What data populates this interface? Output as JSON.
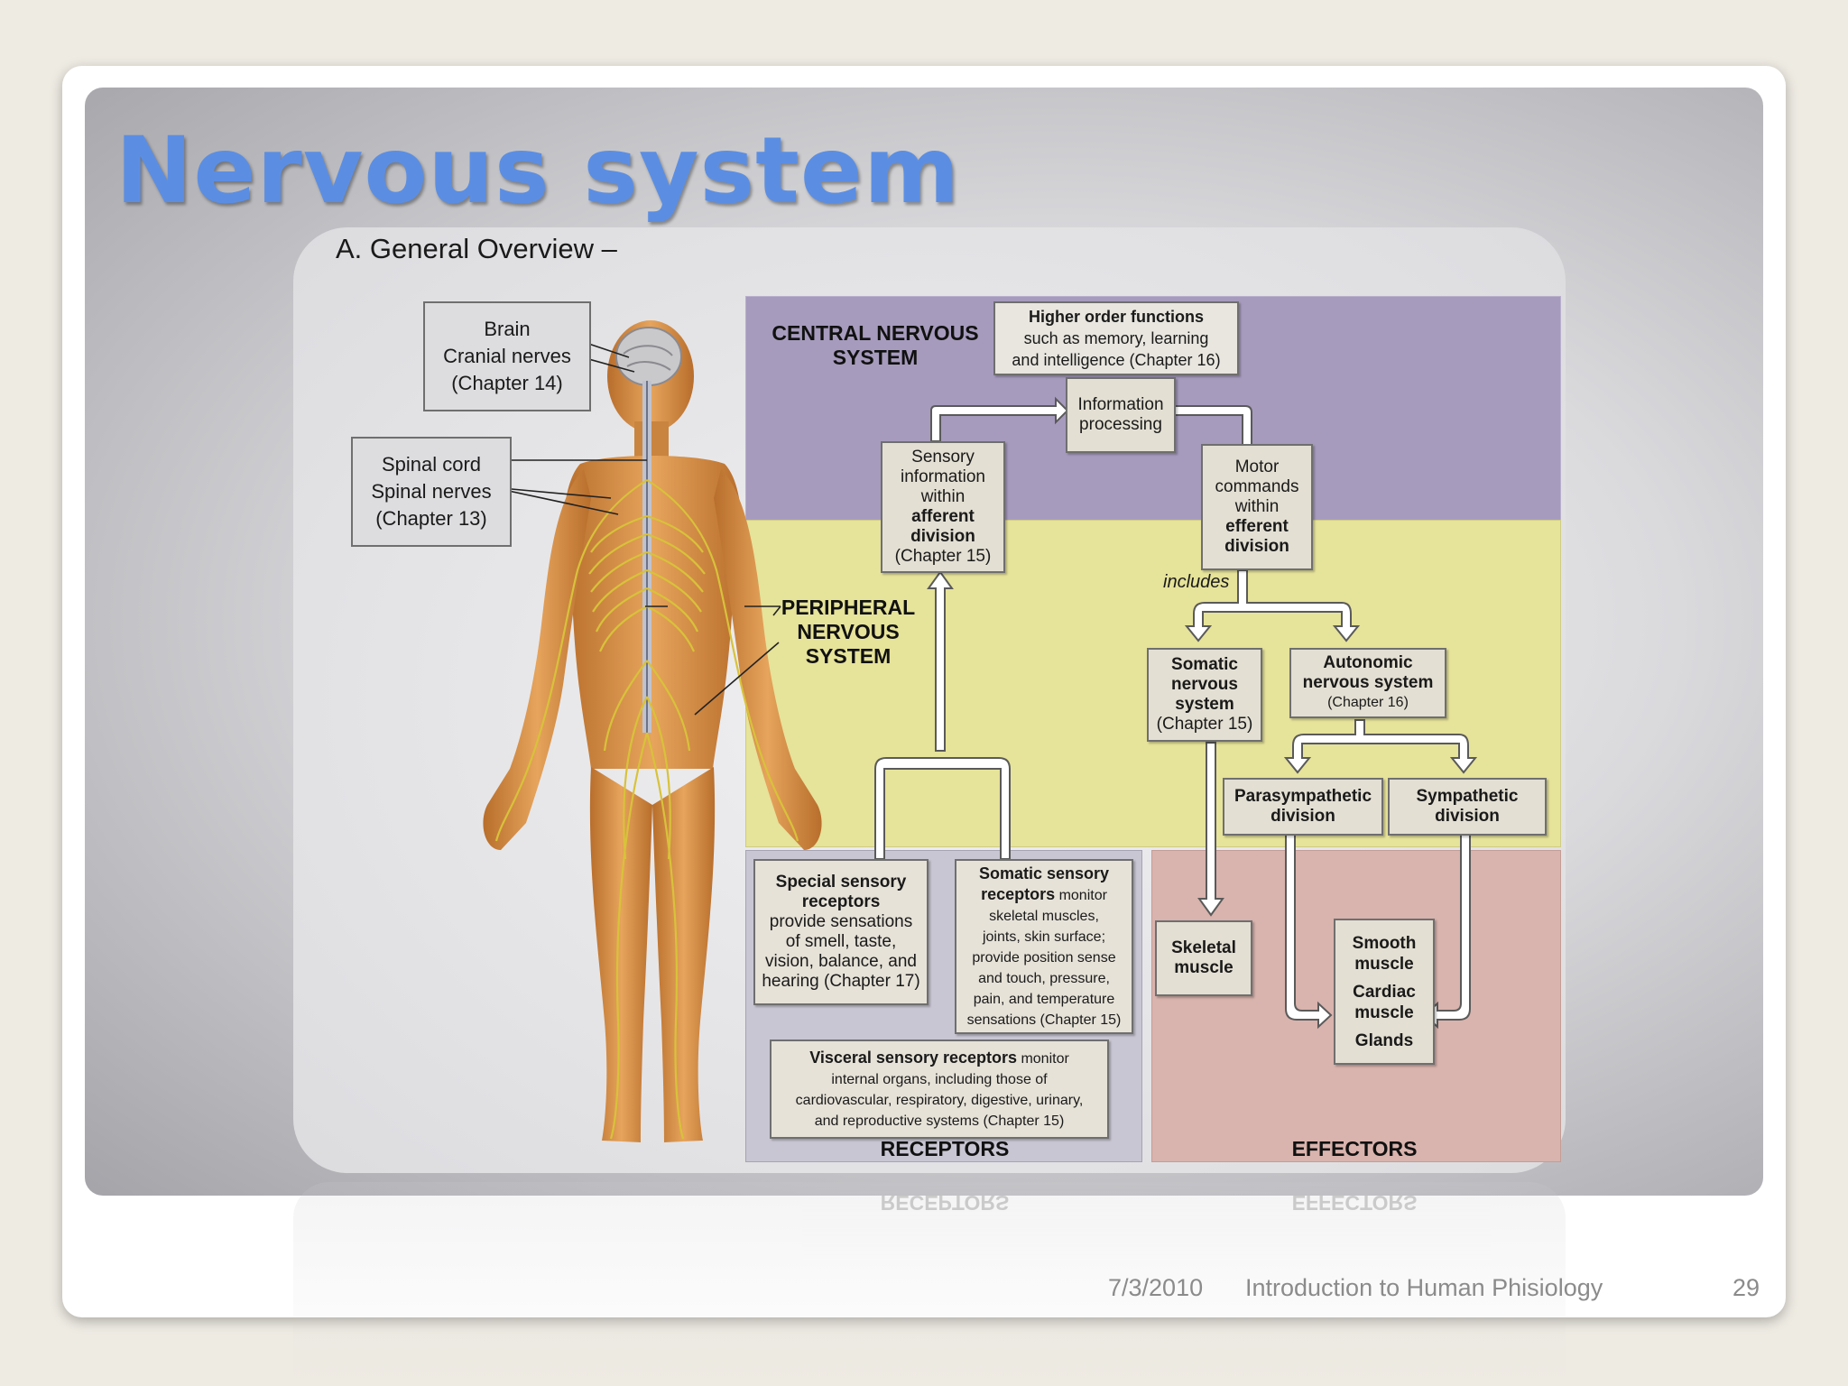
{
  "slide": {
    "title": "Nervous system",
    "subtitle": "A. General Overview –",
    "footer_date": "7/3/2010",
    "footer_title": "Introduction to Human Phisiology",
    "page_number": "29"
  },
  "diagram": {
    "region_colors": {
      "cns": "#a69bbd",
      "pns": "#e6e39a",
      "receptors": "#c9c6d3",
      "effectors": "#d9b3ad"
    },
    "body_labels": {
      "brain_box": [
        "Brain",
        "Cranial nerves",
        "(Chapter 14)"
      ],
      "spinal_box": [
        "Spinal cord",
        "Spinal nerves",
        "(Chapter 13)"
      ],
      "pns_label": [
        "PERIPHERAL",
        "NERVOUS",
        "SYSTEM"
      ]
    },
    "cns_label": [
      "CENTRAL NERVOUS",
      "SYSTEM"
    ],
    "higher_order": {
      "bold": "Higher order functions",
      "text": [
        "such as memory, learning",
        "and intelligence (Chapter 16)"
      ]
    },
    "info_processing": [
      "Information",
      "processing"
    ],
    "sensory_info": {
      "lines": [
        "Sensory",
        "information",
        "within"
      ],
      "bold": [
        "afferent",
        "division"
      ],
      "tail": "(Chapter 15)"
    },
    "motor_commands": {
      "lines": [
        "Motor",
        "commands",
        "within"
      ],
      "bold": [
        "efferent",
        "division"
      ]
    },
    "includes_label": "includes",
    "somatic_ns": {
      "bold": [
        "Somatic",
        "nervous",
        "system"
      ],
      "tail": "(Chapter 15)"
    },
    "autonomic_ns": {
      "bold": [
        "Autonomic",
        "nervous system"
      ],
      "tail": "(Chapter 16)"
    },
    "parasympathetic": [
      "Parasympathetic",
      "division"
    ],
    "sympathetic": [
      "Sympathetic",
      "division"
    ],
    "special_sensory": {
      "bold": [
        "Special sensory",
        "receptors"
      ],
      "text": [
        "provide sensations",
        "of smell, taste,",
        "vision, balance, and",
        "hearing (Chapter 17)"
      ]
    },
    "somatic_sensory": {
      "bold": "Somatic sensory",
      "bold2": "receptors",
      "after_bold2": " monitor",
      "text": [
        "skeletal muscles,",
        "joints, skin surface;",
        "provide position sense",
        "and touch, pressure,",
        "pain, and temperature",
        "sensations (Chapter 15)"
      ]
    },
    "visceral_sensory": {
      "bold": "Visceral sensory receptors",
      "after_bold": " monitor",
      "text": [
        "internal organs, including those of",
        "cardiovascular, respiratory, digestive, urinary,",
        "and reproductive systems (Chapter 15)"
      ]
    },
    "skeletal_muscle": [
      "Skeletal",
      "muscle"
    ],
    "effector_list": [
      "Smooth",
      "muscle",
      "Cardiac",
      "muscle",
      "Glands"
    ],
    "receptors_label": "RECEPTORS",
    "effectors_label": "EFFECTORS"
  }
}
